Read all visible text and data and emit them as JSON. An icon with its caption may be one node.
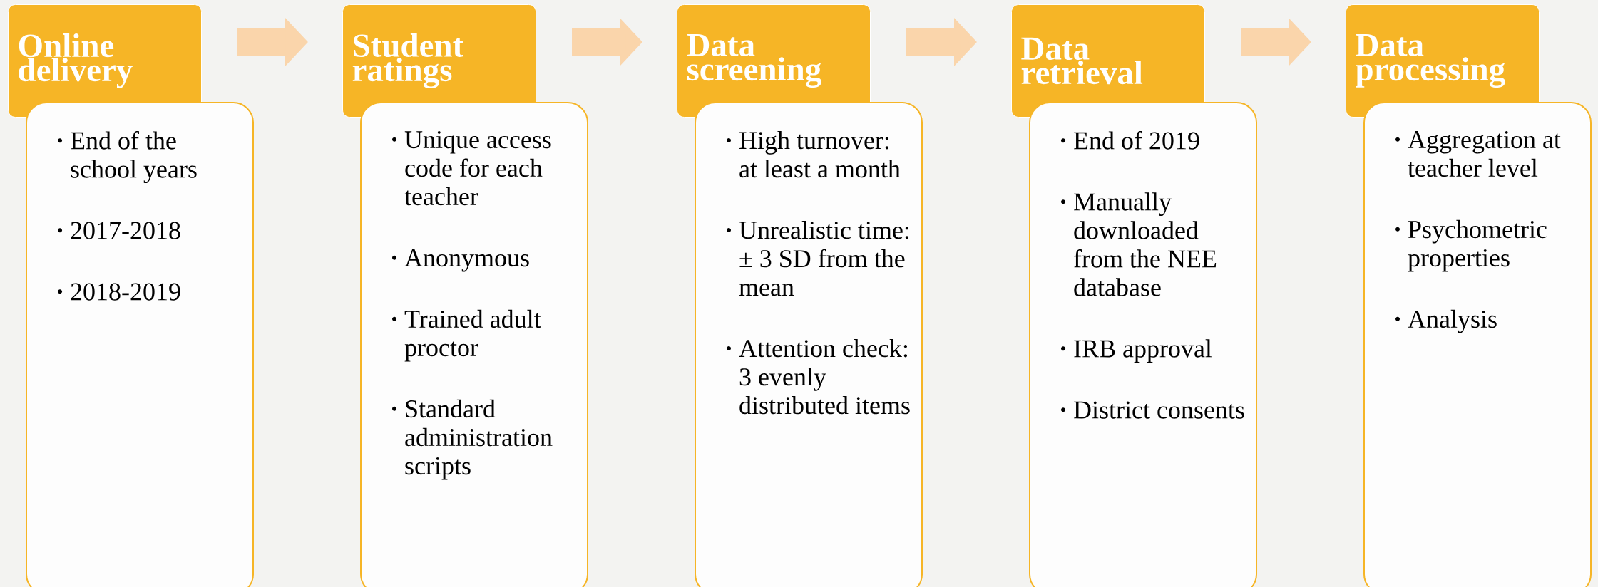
{
  "diagram": {
    "nodes": [
      {
        "text": [
          "Online delivery"
        ]
      },
      {
        "text": [
          "End of the school years",
          "2017-2018",
          "2018-2019"
        ]
      },
      {
        "text": [
          "Student ratings"
        ]
      },
      {
        "text": [
          "Unique access code for each teacher",
          "Anonymous",
          "Trained adult proctor",
          "Standard administration scripts"
        ]
      },
      {
        "text": [
          "Data screening"
        ]
      },
      {
        "text": [
          "High turnover: at least a month",
          "Unrealistic time: ± 3 SD from the mean",
          "Attention check: 3 evenly distributed items"
        ]
      },
      {
        "text": [
          "Data retrieval"
        ]
      },
      {
        "text": [
          "End of 2019",
          "Manually downloaded from the NEE database",
          "IRB approval",
          "District consents"
        ]
      },
      {
        "text": [
          "Data processing"
        ]
      },
      {
        "text": [
          "Aggregation at teacher level",
          "Psychometric properties",
          "Analysis"
        ]
      }
    ],
    "edges": [
      {
        "from": 0,
        "to": 2,
        "arrow": "to"
      },
      {
        "from": 2,
        "to": 4,
        "arrow": "to"
      },
      {
        "from": 4,
        "to": 6,
        "arrow": "to"
      },
      {
        "from": 6,
        "to": 8,
        "arrow": "to"
      }
    ]
  }
}
